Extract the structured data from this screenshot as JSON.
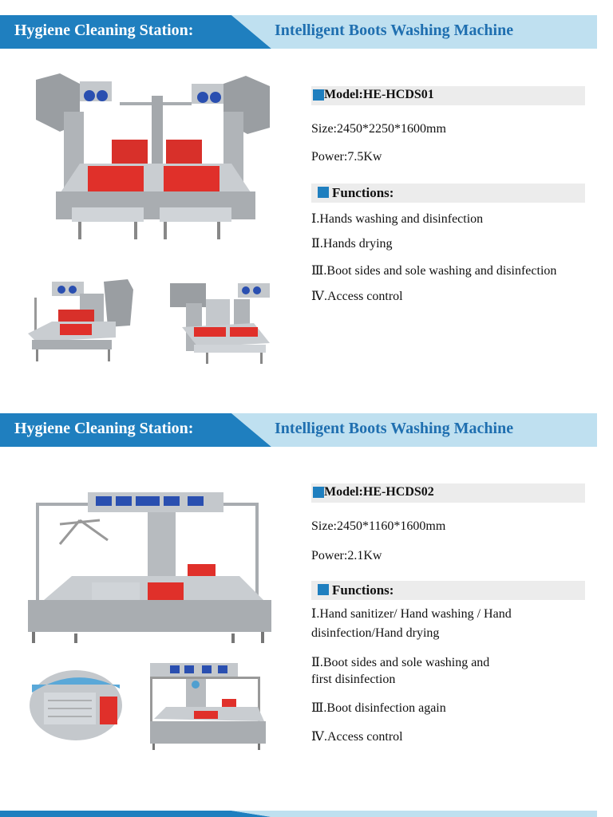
{
  "sections": [
    {
      "banner_left": "Hygiene Cleaning Station:",
      "banner_right": "Intelligent Boots Washing Machine",
      "model": "Model:HE-HCDS01",
      "size": "Size:2450*2250*1600mm",
      "power": "Power:7.5Kw",
      "functions_title": "Functions:",
      "functions": [
        "Ⅰ.Hands washing and disinfection",
        "Ⅱ.Hands drying",
        "Ⅲ.Boot sides and sole washing and disinfection",
        "Ⅳ.Access control"
      ]
    },
    {
      "banner_left": "Hygiene Cleaning Station:",
      "banner_right": "Intelligent Boots Washing Machine",
      "model": "Model:HE-HCDS02",
      "size": "Size:2450*1160*1600mm",
      "power": "Power:2.1Kw",
      "functions_title": "Functions:",
      "functions": [
        "Ⅰ.Hand sanitizer/ Hand washing / Hand",
        "disinfection/Hand drying",
        "Ⅱ.Boot sides and sole washing and",
        "first disinfection",
        "Ⅲ.Boot disinfection again",
        "Ⅳ.Access control"
      ]
    }
  ],
  "colors": {
    "banner_dark": "#1f7fbf",
    "banner_light": "#bfe0f0",
    "accent_red": "#e0302a",
    "steel": "#b8bcc0"
  }
}
